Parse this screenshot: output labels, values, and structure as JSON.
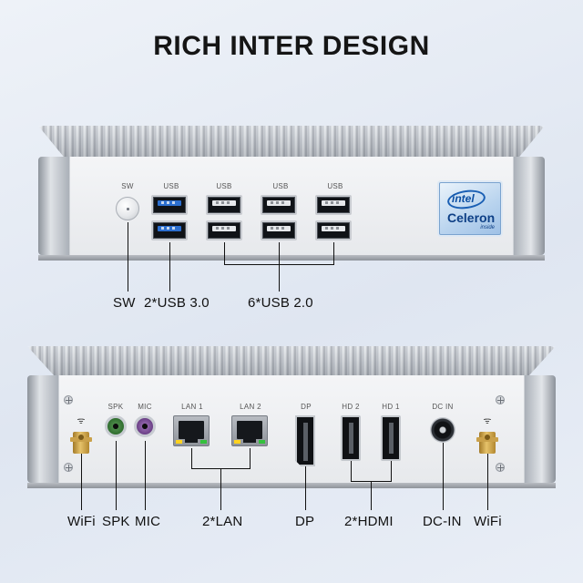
{
  "headline": "RICH INTER DESIGN",
  "front": {
    "sw_label": "SW",
    "usb_labels": [
      "USB",
      "USB",
      "USB",
      "USB"
    ],
    "badge": {
      "brand": "intel",
      "product": "Celeron",
      "suffix": "inside"
    }
  },
  "front_callouts": {
    "sw": "SW",
    "usb3": "2*USB 3.0",
    "usb2": "6*USB 2.0"
  },
  "rear": {
    "spk_label": "SPK",
    "mic_label": "MIC",
    "lan1_label": "LAN 1",
    "lan2_label": "LAN 2",
    "dp_label": "DP",
    "hd2_label": "HD 2",
    "hd1_label": "HD 1",
    "dcin_label": "DC IN"
  },
  "rear_callouts": {
    "wifi_left": "WiFi",
    "spk": "SPK",
    "mic": "MIC",
    "lan": "2*LAN",
    "dp": "DP",
    "hdmi": "2*HDMI",
    "dcin": "DC-IN",
    "wifi_right": "WiFi"
  },
  "colors": {
    "usb3_blue": "#2c6fd0",
    "spk_green": "#4b8a48",
    "mic_purple": "#8f63a9",
    "led_yellow": "#ffd21f",
    "led_green": "#33c13c",
    "antenna_gold": "#caa14a"
  },
  "icons": [
    "power-button-icon",
    "wifi-signal-icon",
    "intel-logo-icon",
    "screw-icon"
  ]
}
